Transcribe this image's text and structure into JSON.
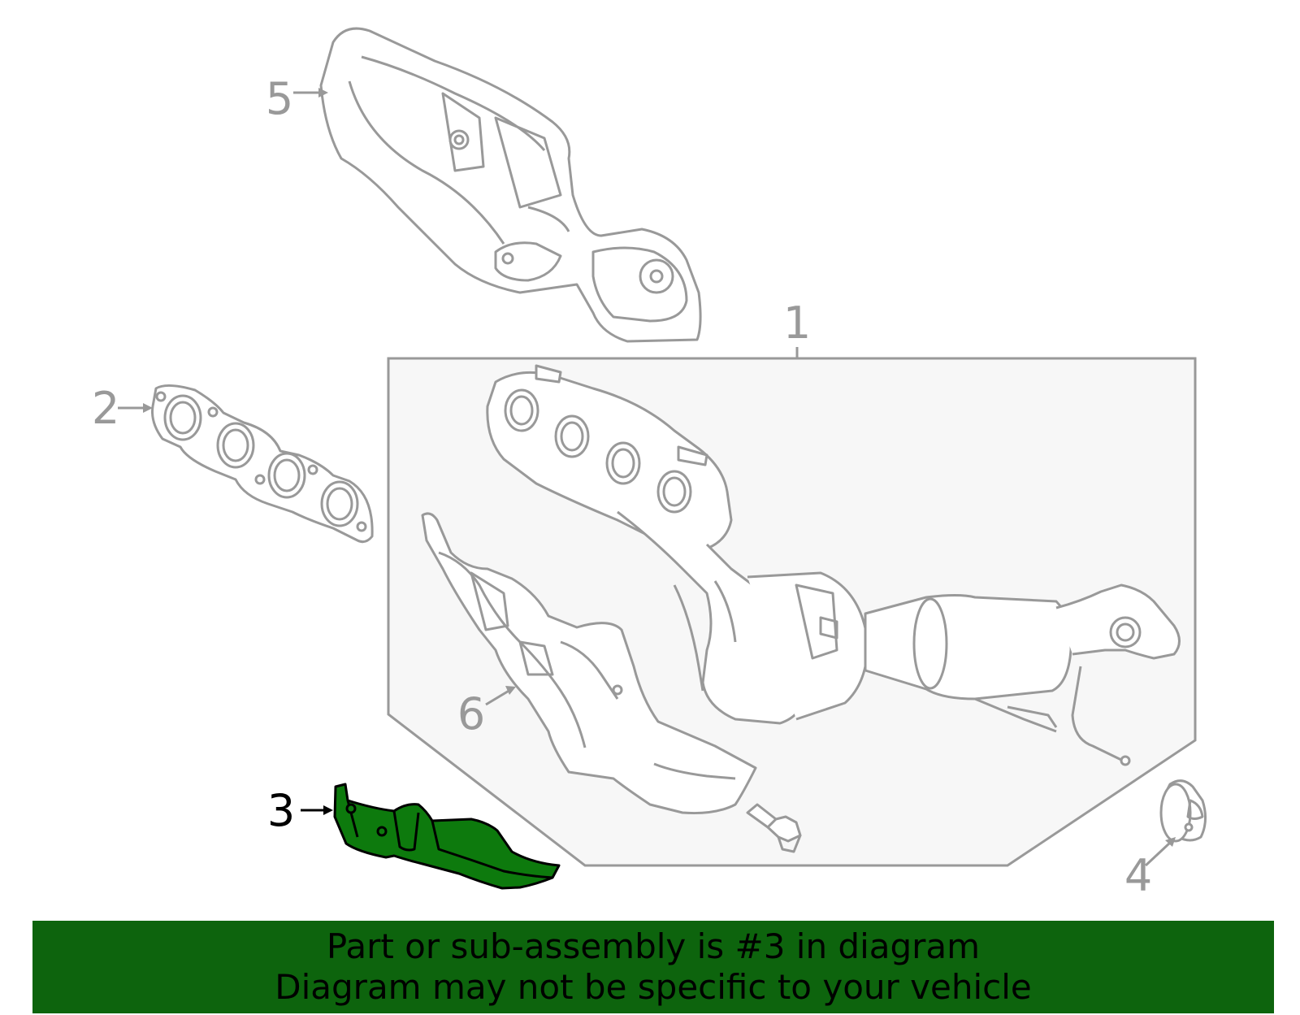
{
  "diagram": {
    "callouts": [
      {
        "id": "1",
        "label": "1"
      },
      {
        "id": "2",
        "label": "2"
      },
      {
        "id": "3",
        "label": "3"
      },
      {
        "id": "4",
        "label": "4"
      },
      {
        "id": "5",
        "label": "5"
      },
      {
        "id": "6",
        "label": "6"
      }
    ],
    "highlighted_part": "3",
    "colors": {
      "line": "#999999",
      "assembly_fill": "#f7f7f7",
      "highlight_fill": "#0d7a0d",
      "highlight_outline": "#000000",
      "highlight_label": "#000000",
      "banner": "#0d640d"
    }
  },
  "banner": {
    "line1": "Part or sub-assembly is #3 in diagram",
    "line2": "Diagram may not be specific to your vehicle"
  }
}
